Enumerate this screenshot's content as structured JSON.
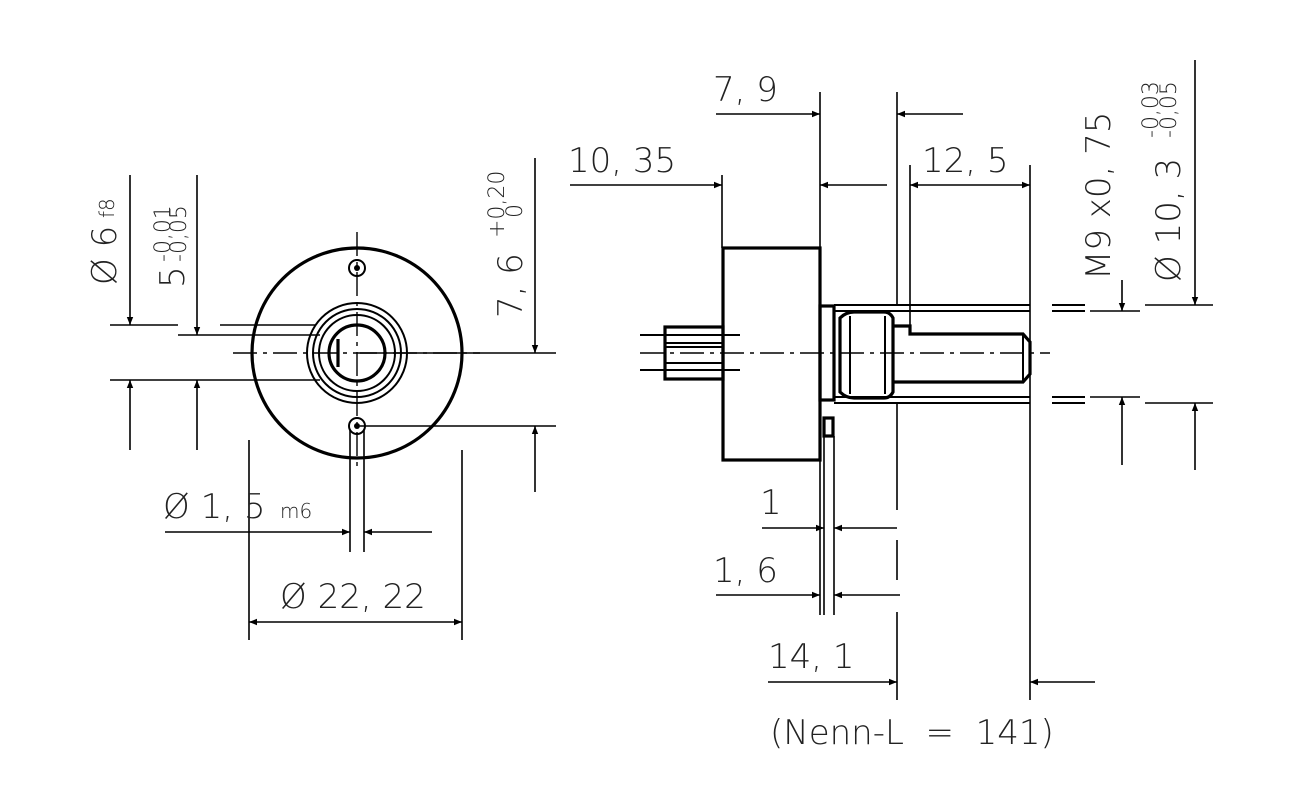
{
  "labels": {
    "shaft_dia": "Ø 6",
    "shaft_fit": "f8",
    "flat_val": "5",
    "flat_tol_upper": "-0,01",
    "flat_tol_lower": "-0,05",
    "hole_offset": "7, 6",
    "hole_offset_tol_upper": "+0,20",
    "hole_offset_tol_lower": "0",
    "pin_dia": "Ø 1, 5",
    "pin_fit": "m6",
    "body_dia": "Ø 22, 22",
    "len_79": "7, 9",
    "len_1035": "10, 35",
    "len_125": "12, 5",
    "thread": "M9 x0, 75",
    "bush_dia": "Ø 10, 3",
    "bush_tol_upper": "-0,03",
    "bush_tol_lower": "-0,05",
    "len_1": "1",
    "len_16": "1, 6",
    "len_141": "14, 1",
    "nominal": "(Nenn-L  =  141)"
  }
}
